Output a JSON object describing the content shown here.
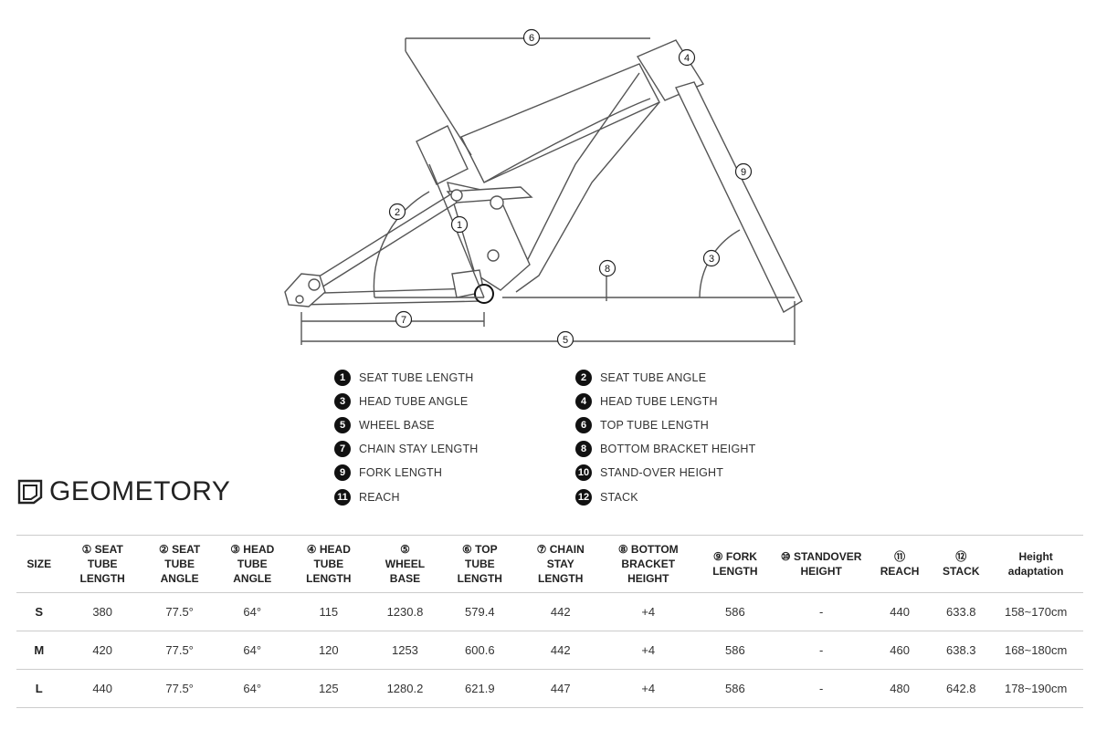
{
  "diagram_markers": [
    "1",
    "2",
    "3",
    "4",
    "5",
    "6",
    "7",
    "8",
    "9"
  ],
  "legend": [
    {
      "num": "1",
      "label": "SEAT TUBE LENGTH"
    },
    {
      "num": "2",
      "label": "SEAT TUBE ANGLE"
    },
    {
      "num": "3",
      "label": "HEAD TUBE ANGLE"
    },
    {
      "num": "4",
      "label": "HEAD TUBE LENGTH"
    },
    {
      "num": "5",
      "label": "WHEEL BASE"
    },
    {
      "num": "6",
      "label": "TOP TUBE LENGTH"
    },
    {
      "num": "7",
      "label": "CHAIN STAY LENGTH"
    },
    {
      "num": "8",
      "label": "BOTTOM BRACKET HEIGHT"
    },
    {
      "num": "9",
      "label": "FORK LENGTH"
    },
    {
      "num": "10",
      "label": "STAND-OVER HEIGHT"
    },
    {
      "num": "11",
      "label": "REACH"
    },
    {
      "num": "12",
      "label": "STACK"
    }
  ],
  "heading": {
    "title": "GEOMETORY",
    "icon": "frame-shield-icon"
  },
  "table": {
    "headers": [
      [
        "SIZE"
      ],
      [
        "① SEAT",
        "TUBE",
        "LENGTH"
      ],
      [
        "② SEAT",
        "TUBE",
        "ANGLE"
      ],
      [
        "③ HEAD",
        "TUBE",
        "ANGLE"
      ],
      [
        "④ HEAD",
        "TUBE",
        "LENGTH"
      ],
      [
        "⑤",
        "WHEEL",
        "BASE"
      ],
      [
        "⑥ TOP",
        "TUBE",
        "LENGTH"
      ],
      [
        "⑦ CHAIN",
        "STAY",
        "LENGTH"
      ],
      [
        "⑧ BOTTOM",
        "BRACKET",
        "HEIGHT"
      ],
      [
        "⑨ FORK",
        "LENGTH"
      ],
      [
        "⑩ STANDOVER",
        "HEIGHT"
      ],
      [
        "⑪",
        "REACH"
      ],
      [
        "⑫",
        "STACK"
      ],
      [
        "Height",
        "adaptation"
      ]
    ],
    "rows": [
      [
        "S",
        "380",
        "77.5°",
        "64°",
        "115",
        "1230.8",
        "579.4",
        "442",
        "+4",
        "586",
        "-",
        "440",
        "633.8",
        "158~170cm"
      ],
      [
        "M",
        "420",
        "77.5°",
        "64°",
        "120",
        "1253",
        "600.6",
        "442",
        "+4",
        "586",
        "-",
        "460",
        "638.3",
        "168~180cm"
      ],
      [
        "L",
        "440",
        "77.5°",
        "64°",
        "125",
        "1280.2",
        "621.9",
        "447",
        "+4",
        "586",
        "-",
        "480",
        "642.8",
        "178~190cm"
      ]
    ]
  },
  "colors": {
    "badge": "#111111",
    "frame_stroke": "#555555",
    "rule": "#cccccc"
  }
}
